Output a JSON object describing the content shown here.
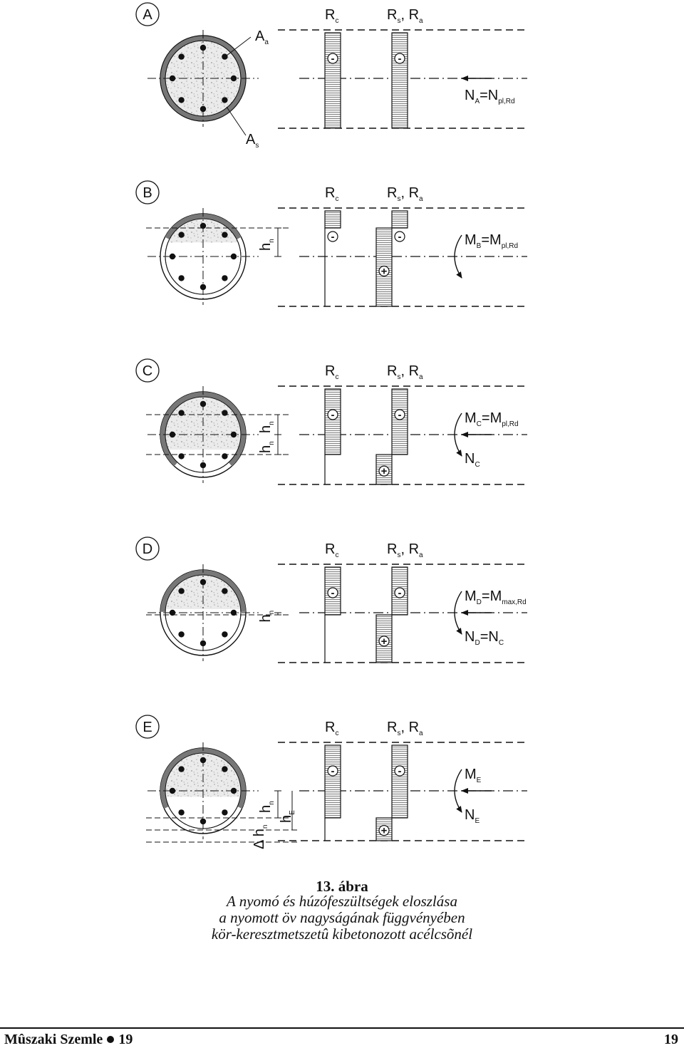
{
  "panels": [
    {
      "id": "A",
      "rc": {
        "main": "R",
        "sub": "c"
      },
      "rsra": {
        "m1": "R",
        "s1": "s",
        "m2": ", R",
        "s2": "a"
      },
      "stress1": [
        "-"
      ],
      "stress2": [
        "-"
      ],
      "aa": {
        "main": "A",
        "sub": "a"
      },
      "as": {
        "main": "A",
        "sub": "s"
      },
      "force": {
        "m1": "N",
        "s1": "A",
        "m2": "=N",
        "s2": "pl,Rd"
      }
    },
    {
      "id": "B",
      "rc": {
        "main": "R",
        "sub": "c"
      },
      "rsra": {
        "m1": "R",
        "s1": "s",
        "m2": ", R",
        "s2": "a"
      },
      "stress1": [
        "-"
      ],
      "stress2": [
        "-",
        "+"
      ],
      "hn": {
        "main": "h",
        "sub": "n"
      },
      "moment": {
        "m1": "M",
        "s1": "B",
        "m2": "=M",
        "s2": "pl,Rd"
      }
    },
    {
      "id": "C",
      "rc": {
        "main": "R",
        "sub": "c"
      },
      "rsra": {
        "m1": "R",
        "s1": "s",
        "m2": ", R",
        "s2": "a"
      },
      "stress1": [
        "-"
      ],
      "stress2": [
        "-",
        "+"
      ],
      "hn": {
        "main": "h",
        "sub": "n"
      },
      "moment": {
        "m1": "M",
        "s1": "C",
        "m2": "=M",
        "s2": "pl,Rd"
      },
      "force": {
        "m1": "N",
        "s1": "C"
      }
    },
    {
      "id": "D",
      "rc": {
        "main": "R",
        "sub": "c"
      },
      "rsra": {
        "m1": "R",
        "s1": "s",
        "m2": ", R",
        "s2": "a"
      },
      "stress1": [
        "-"
      ],
      "stress2": [
        "-",
        "+"
      ],
      "hn": {
        "main": "h",
        "sub": "n"
      },
      "moment": {
        "m1": "M",
        "s1": "D",
        "m2": "=M",
        "s2": "max,Rd"
      },
      "force": {
        "m1": "N",
        "s1": "D",
        "m2": "=N",
        "s2": "C"
      }
    },
    {
      "id": "E",
      "rc": {
        "main": "R",
        "sub": "c"
      },
      "rsra": {
        "m1": "R",
        "s1": "s",
        "m2": ", R",
        "s2": "a"
      },
      "stress1": [
        "-"
      ],
      "stress2": [
        "-",
        "+"
      ],
      "hn": {
        "main": "h",
        "sub": "n"
      },
      "he": {
        "main": "h",
        "sub": "E"
      },
      "dhn": {
        "main": "Δ h",
        "sub": "n"
      },
      "moment": {
        "m1": "M",
        "s1": "E"
      },
      "force": {
        "m1": "N",
        "s1": "E"
      }
    }
  ],
  "caption": {
    "title": "13. ábra",
    "lines": [
      "A nyomó és húzófeszültségek eloszlása",
      "a nyomott öv nagyságának függvényében",
      "kör-keresztmetszetû kibetonozott acélcsõnél"
    ]
  },
  "footer": {
    "journal": "Mûszaki Szemle",
    "issue": "19",
    "page": "19"
  },
  "colors": {
    "ink": "#111111",
    "hatch_fill": "#f2f2f2",
    "concrete": "#e6e6e6",
    "tube": "#666666"
  }
}
